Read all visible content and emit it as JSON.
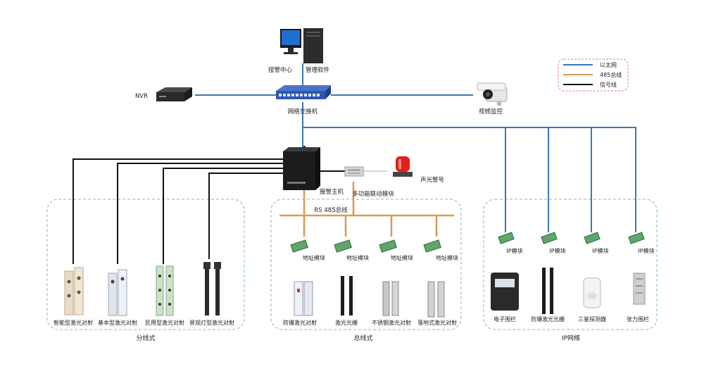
{
  "center": {
    "alarm_center": "接警中心",
    "software": "管理软件"
  },
  "nvr": "NVR",
  "switch": "网络交换机",
  "camera": "视频监控",
  "host": "报警主机",
  "linkage": "多功能联动模块",
  "siren": "声光警号",
  "bus_label": "RS 485总线",
  "legend": {
    "items": [
      {
        "label": "以太网",
        "color": "#3a78b5"
      },
      {
        "label": "485总线",
        "color": "#d99a5a"
      },
      {
        "label": "信号线",
        "color": "#111111"
      }
    ]
  },
  "groups": {
    "branch": {
      "title": "分线式",
      "devices": [
        "智能型激光对射",
        "基本型激光对射",
        "民用型激光对射",
        "景观灯型激光对射"
      ]
    },
    "bus": {
      "title": "总线式",
      "module_label": "地址模块",
      "devices": [
        "防爆激光对射",
        "激光光栅",
        "不锈钢激光对射",
        "落地式激光对射"
      ]
    },
    "ip": {
      "title": "IP网络",
      "module_label": "IP模块",
      "devices": [
        "电子围栏",
        "防爆激光光栅",
        "三鉴探测器",
        "张力围栏"
      ]
    }
  }
}
